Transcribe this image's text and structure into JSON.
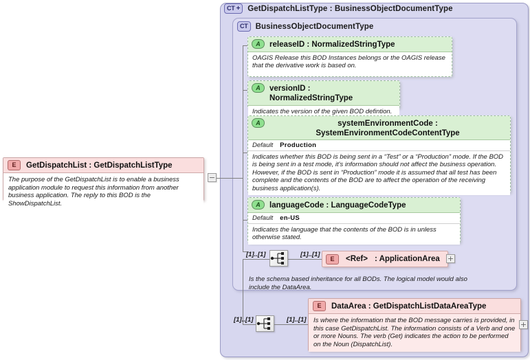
{
  "diagram": {
    "kind": "xml-schema-diagram",
    "colors": {
      "container_fill": "#d7d7ef",
      "container_stroke": "#9a9ac4",
      "attribute_fill": "#d9f0d3",
      "attribute_badge": "#8fe08f",
      "element_fill": "#fadede",
      "element_badge": "#f0a9a9",
      "connector": "#808080"
    }
  },
  "root_element": {
    "badge": "E",
    "title": "GetDispatchList : GetDispatchListType",
    "documentation": "The purpose of the GetDispatchList is to enable a business application module to request this information from another business application. The reply to this BOD is the ShowDispatchList.",
    "toggle": "−"
  },
  "complex_type": {
    "badge": "CT",
    "badge_expand": "+",
    "title": "GetDispatchListType : BusinessObjectDocumentType"
  },
  "base_type": {
    "badge": "CT",
    "title": "BusinessObjectDocumentType",
    "documentation": "Is the schema based inheritance for all BODs. The logical model would also include the DataArea."
  },
  "attributes": [
    {
      "badge": "A",
      "title": "releaseID : NormalizedStringType",
      "default_label": null,
      "default_value": null,
      "documentation": "OAGIS Release this BOD Instances belongs or the OAGIS release that the derivative work is based on."
    },
    {
      "badge": "A",
      "title": "versionID : NormalizedStringType",
      "default_label": null,
      "default_value": null,
      "documentation": "Indicates the version of the given BOD defintion."
    },
    {
      "badge": "A",
      "title": "systemEnvironmentCode : SystemEnvironmentCodeContentType",
      "default_label": "Default",
      "default_value": "Production",
      "documentation": "Indicates whether this BOD is being sent in a “Test” or a “Production” mode. If the BOD is being sent in a test mode, it's information should not affect the business operation. However, if the BOD is sent in “Production” mode it is assumed that all test has been complete and the contents of the BOD are to affect the operation of the receiving business application(s)."
    },
    {
      "badge": "A",
      "title": "languageCode : LanguageCodeType",
      "default_label": "Default",
      "default_value": "en-US",
      "documentation": "Indicates the language that the contents of the BOD is in unless otherwise stated."
    }
  ],
  "sequences": [
    {
      "name": "application-area-sequence",
      "icon": "sequence-icon",
      "left_cardinality": "[1]..[1]",
      "right_cardinality": "[1]..[1]"
    },
    {
      "name": "data-area-sequence",
      "icon": "sequence-icon",
      "left_cardinality": "[1]..[1]",
      "right_cardinality": "[1]..[1]"
    }
  ],
  "child_elements": [
    {
      "badge": "E",
      "name_text": "<Ref>",
      "type_text": ": ApplicationArea",
      "documentation": null,
      "toggle": "+"
    },
    {
      "badge": "E",
      "title": "DataArea : GetDispatchListDataAreaType",
      "documentation": "Is where the information that the BOD message carries is provided, in this case GetDispatchList. The information consists of a Verb and one or more Nouns. The verb (Get) indicates the action to be performed on the Noun (DispatchList).",
      "toggle": "+"
    }
  ]
}
